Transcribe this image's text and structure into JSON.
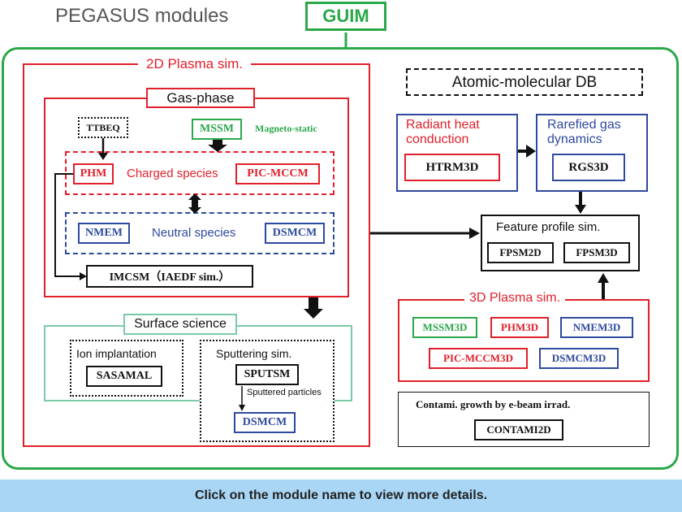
{
  "header": {
    "title": "PEGASUS  modules",
    "guim": "GUIM"
  },
  "sections": {
    "plasma2d": "2D Plasma sim.",
    "gas_phase": "Gas-phase",
    "surface": "Surface science",
    "ion_implantation": "Ion implantation",
    "sputtering": "Sputtering sim.",
    "atomic_db": "Atomic-molecular DB",
    "radiant": "Radiant heat conduction",
    "rarefied": "Rarefied  gas dynamics",
    "feature": "Feature profile sim.",
    "plasma3d": "3D Plasma sim.",
    "contami": "Contami. growth by e-beam irrad."
  },
  "labels": {
    "magneto_static": "Magneto-static",
    "charged_species": "Charged species",
    "neutral_species": "Neutral species",
    "sputtered_particles": "Sputtered particles"
  },
  "modules": {
    "ttbeq": "TTBEQ",
    "mssm": "MSSM",
    "phm": "PHM",
    "pic_mccm": "PIC-MCCM",
    "nmem": "NMEM",
    "dsmcm": "DSMCM",
    "imcsm": "IMCSM（IAEDF sim.）",
    "sasamal": "SASAMAL",
    "sputsm": "SPUTSM",
    "dsmcm_sputter": "DSMCM",
    "htrm3d": "HTRM3D",
    "rgs3d": "RGS3D",
    "fpsm2d_a": "FPSM2D",
    "fpsm2d_b": "FPSM3D",
    "mssm3d": "MSSM3D",
    "phm3d": "PHM3D",
    "nmem3d": "NMEM3D",
    "pic_mccm3d": "PIC-MCCM3D",
    "dsmcm3d": "DSMCM3D",
    "contami2d": "CONTAMI2D"
  },
  "footer": {
    "text": "Click on the module name to view more details."
  },
  "colors": {
    "green": "#2aa84a",
    "red": "#e0202a",
    "blue": "#2e4a9e",
    "teal": "#7cc9a8",
    "bar": "#a9d6f5"
  }
}
